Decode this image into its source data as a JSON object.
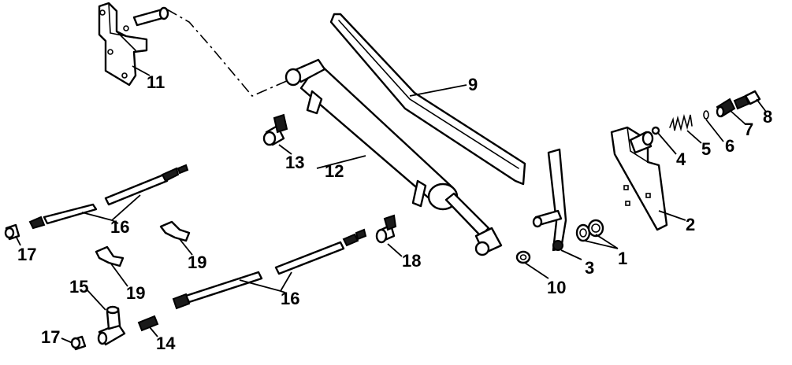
{
  "callouts": {
    "c1": "1",
    "c2": "2",
    "c3": "3",
    "c4": "4",
    "c5": "5",
    "c6": "6",
    "c7": "7",
    "c8": "8",
    "c9": "9",
    "c10": "10",
    "c11": "11",
    "c12": "12",
    "c13": "13",
    "c14": "14",
    "c15": "15",
    "c16a": "16",
    "c16b": "16",
    "c17a": "17",
    "c17b": "17",
    "c18": "18",
    "c19a": "19",
    "c19b": "19"
  }
}
